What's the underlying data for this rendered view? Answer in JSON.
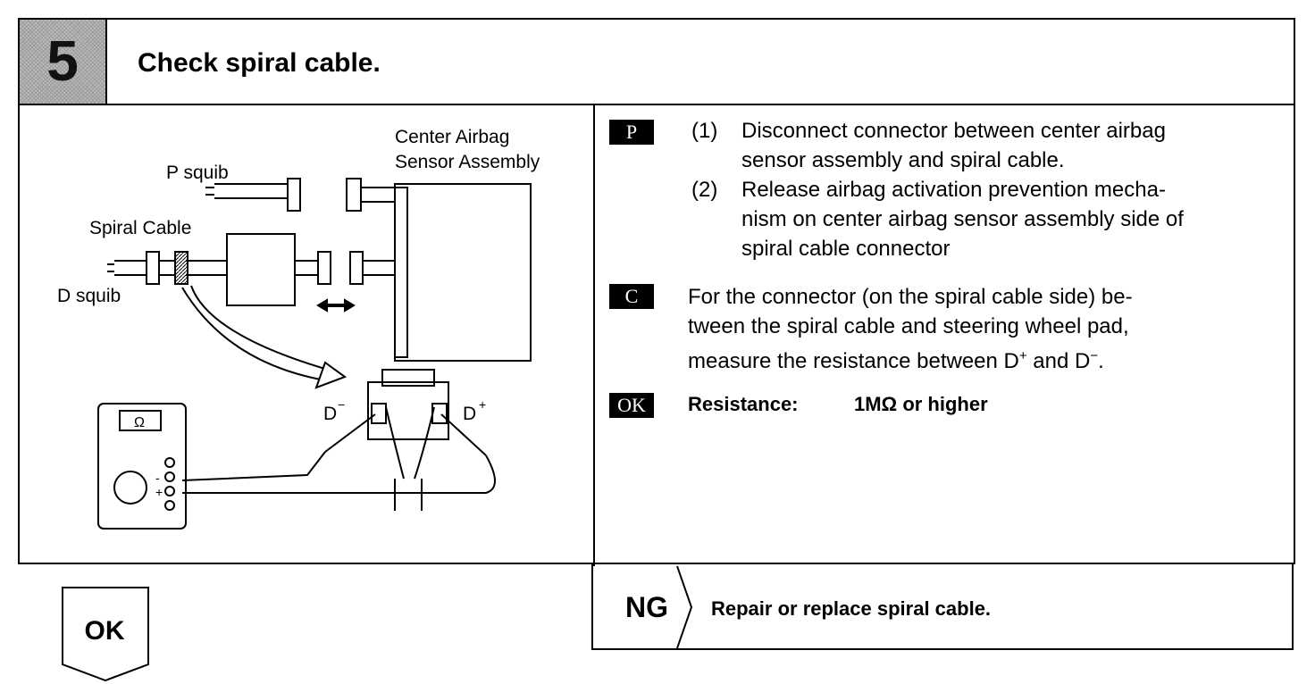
{
  "step": {
    "number": "5",
    "title": "Check spiral cable."
  },
  "diagram": {
    "label_center_airbag": "Center Airbag",
    "label_sensor_assembly": "Sensor Assembly",
    "label_p_squib": "P squib",
    "label_spiral_cable": "Spiral Cable",
    "label_d_squib": "D squib",
    "label_d_minus": "D",
    "label_d_plus": "D",
    "minus_sign": "−",
    "plus_sign": "+",
    "ohm_symbol": "Ω",
    "meter_minus": "-",
    "meter_plus": "+"
  },
  "instructions": {
    "p_tag": "P",
    "c_tag": "C",
    "ok_tag": "OK",
    "item1_num": "(1)",
    "item1_line1": "Disconnect connector between center airbag",
    "item1_line2": "sensor assembly and spiral cable.",
    "item2_num": "(2)",
    "item2_line1": "Release airbag activation prevention mecha-",
    "item2_line2": "nism on center airbag sensor assembly side of",
    "item2_line3": "spiral cable connector",
    "c_line1": "For the connector (on the spiral cable side) be-",
    "c_line2": "tween the spiral cable and steering wheel pad,",
    "c_line3_pre": "measure the resistance between D",
    "c_line3_sup1": "+",
    "c_line3_mid": " and D",
    "c_line3_sup2": "−",
    "c_line3_end": ".",
    "resistance_label": "Resistance:",
    "resistance_value": "1MΩ or higher"
  },
  "ng": {
    "label": "NG",
    "text": "Repair or replace spiral cable."
  },
  "ok_next": {
    "label": "OK"
  }
}
